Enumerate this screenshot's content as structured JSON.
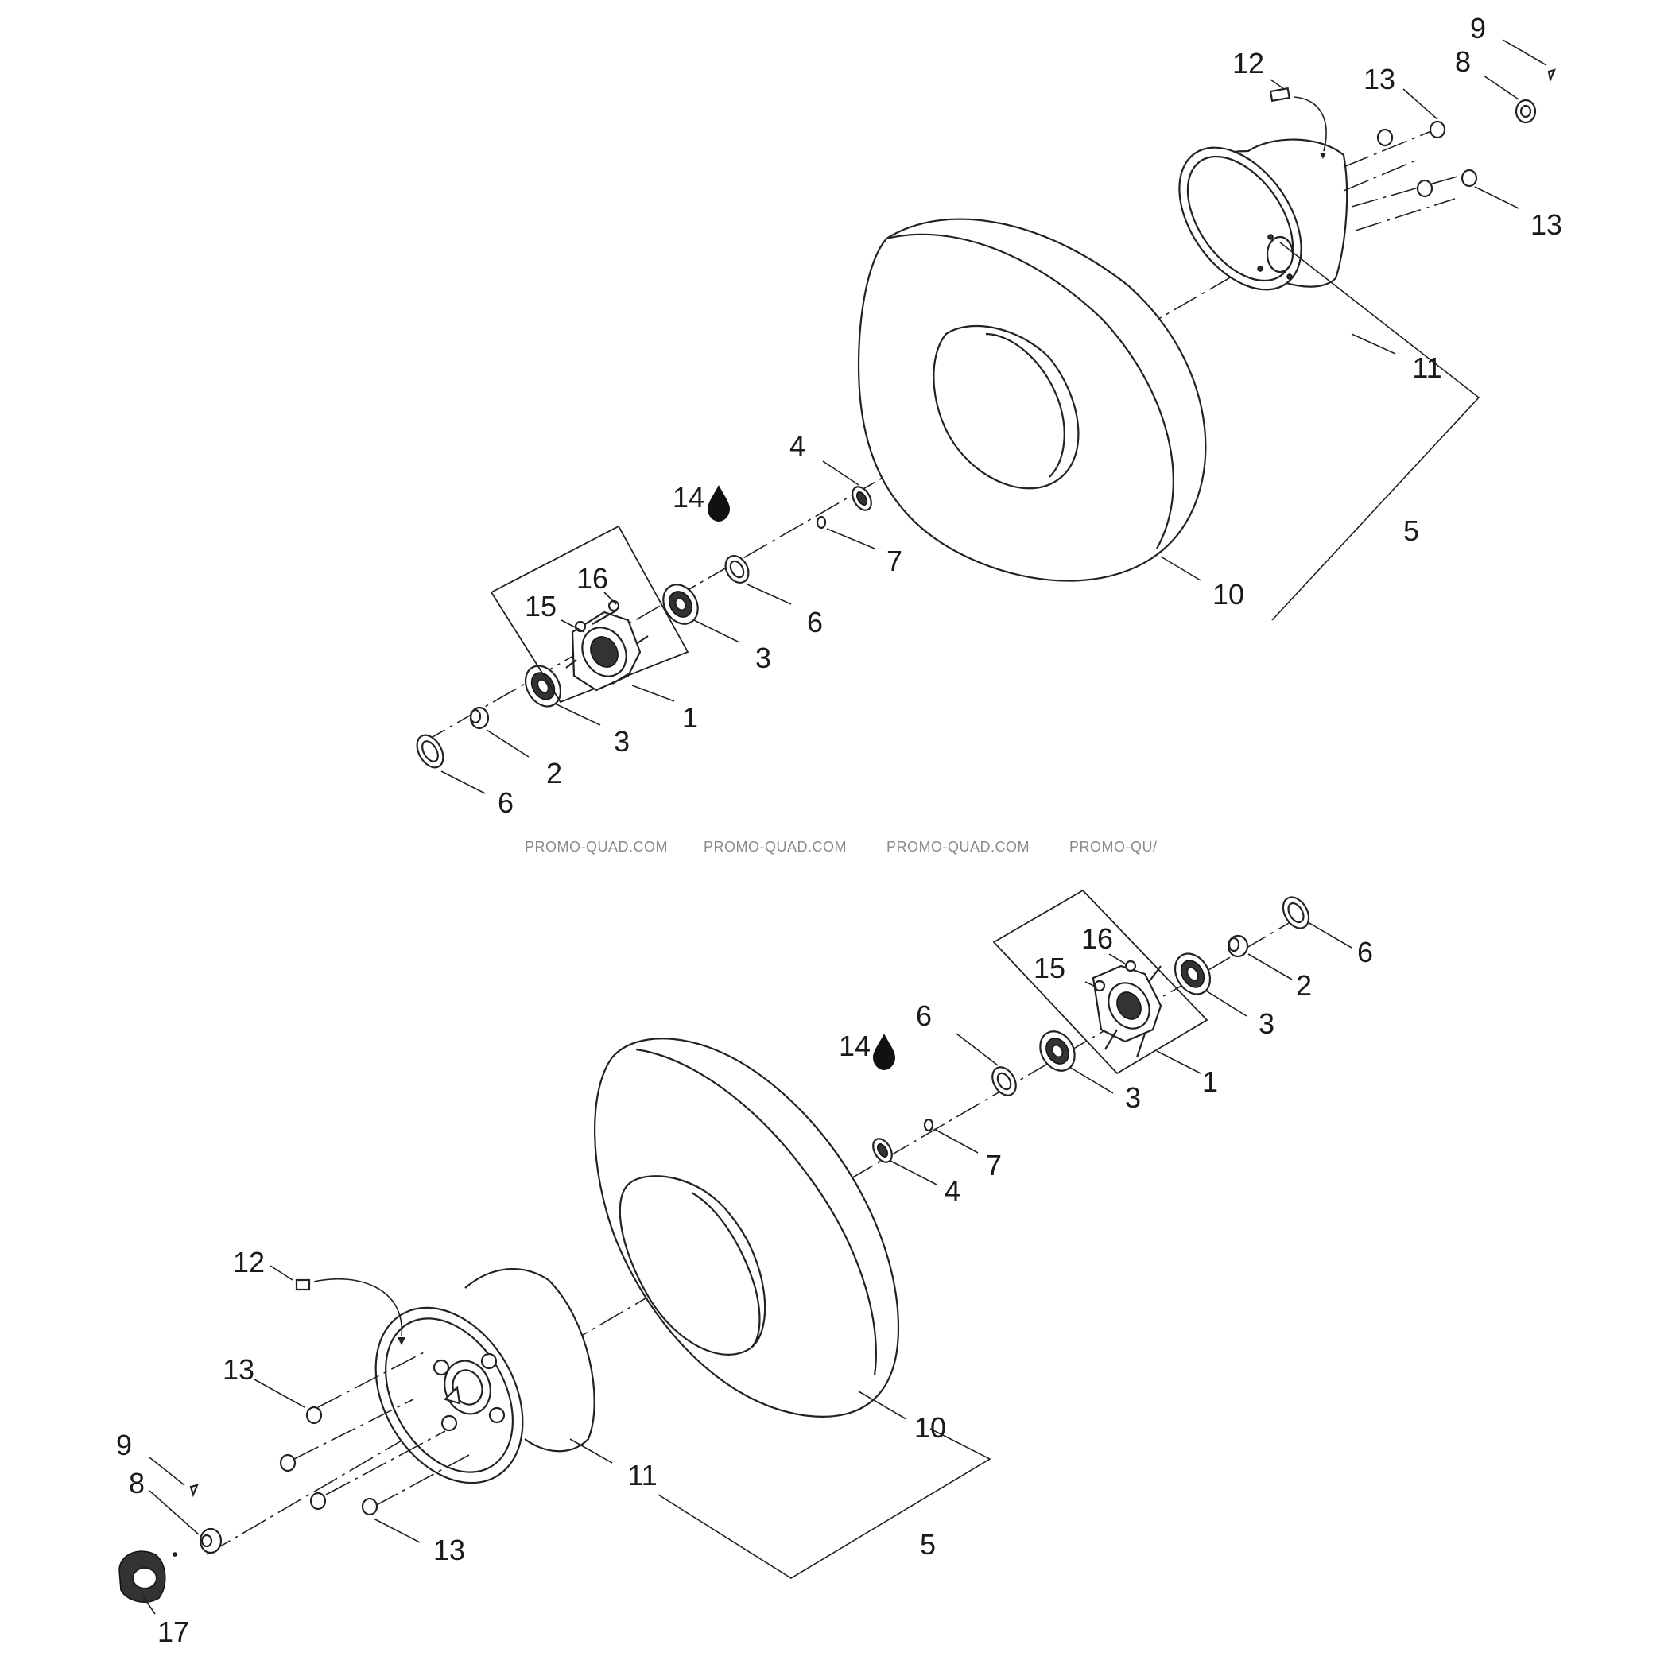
{
  "watermark": {
    "segments": [
      "PROMO-QUAD.COM",
      "PROMO-QUAD.COM",
      "PROMO-QUAD.COM",
      "PROMO-QU/"
    ]
  },
  "assemblies": [
    {
      "id": "rear-top",
      "labels": [
        {
          "key": "hub",
          "text": "1"
        },
        {
          "key": "spacer",
          "text": "2"
        },
        {
          "key": "bearing-a",
          "text": "3"
        },
        {
          "key": "bearing-b",
          "text": "3"
        },
        {
          "key": "seal",
          "text": "4"
        },
        {
          "key": "wheel-assembly",
          "text": "5"
        },
        {
          "key": "oil-seal-a",
          "text": "6"
        },
        {
          "key": "oil-seal-b",
          "text": "6"
        },
        {
          "key": "circlip",
          "text": "7"
        },
        {
          "key": "axle-nut",
          "text": "8"
        },
        {
          "key": "cotter-pin",
          "text": "9"
        },
        {
          "key": "tire",
          "text": "10"
        },
        {
          "key": "rim",
          "text": "11"
        },
        {
          "key": "valve",
          "text": "12"
        },
        {
          "key": "wheel-nut-a",
          "text": "13"
        },
        {
          "key": "wheel-nut-b",
          "text": "13"
        },
        {
          "key": "grease",
          "text": "14"
        },
        {
          "key": "hub-stud-a",
          "text": "15"
        },
        {
          "key": "hub-stud-b",
          "text": "16"
        }
      ]
    },
    {
      "id": "front-bottom",
      "labels": [
        {
          "key": "hub",
          "text": "1"
        },
        {
          "key": "spacer",
          "text": "2"
        },
        {
          "key": "bearing-a",
          "text": "3"
        },
        {
          "key": "bearing-b",
          "text": "3"
        },
        {
          "key": "seal",
          "text": "4"
        },
        {
          "key": "wheel-assembly",
          "text": "5"
        },
        {
          "key": "oil-seal-a",
          "text": "6"
        },
        {
          "key": "oil-seal-b",
          "text": "6"
        },
        {
          "key": "circlip",
          "text": "7"
        },
        {
          "key": "axle-nut",
          "text": "8"
        },
        {
          "key": "cotter-pin",
          "text": "9"
        },
        {
          "key": "tire",
          "text": "10"
        },
        {
          "key": "rim",
          "text": "11"
        },
        {
          "key": "valve",
          "text": "12"
        },
        {
          "key": "wheel-nut-a",
          "text": "13"
        },
        {
          "key": "wheel-nut-b",
          "text": "13"
        },
        {
          "key": "grease",
          "text": "14"
        },
        {
          "key": "hub-stud-a",
          "text": "15"
        },
        {
          "key": "hub-stud-b",
          "text": "16"
        },
        {
          "key": "hub-cap",
          "text": "17"
        }
      ]
    }
  ],
  "icons": {
    "grease": "oil-drop-icon"
  }
}
